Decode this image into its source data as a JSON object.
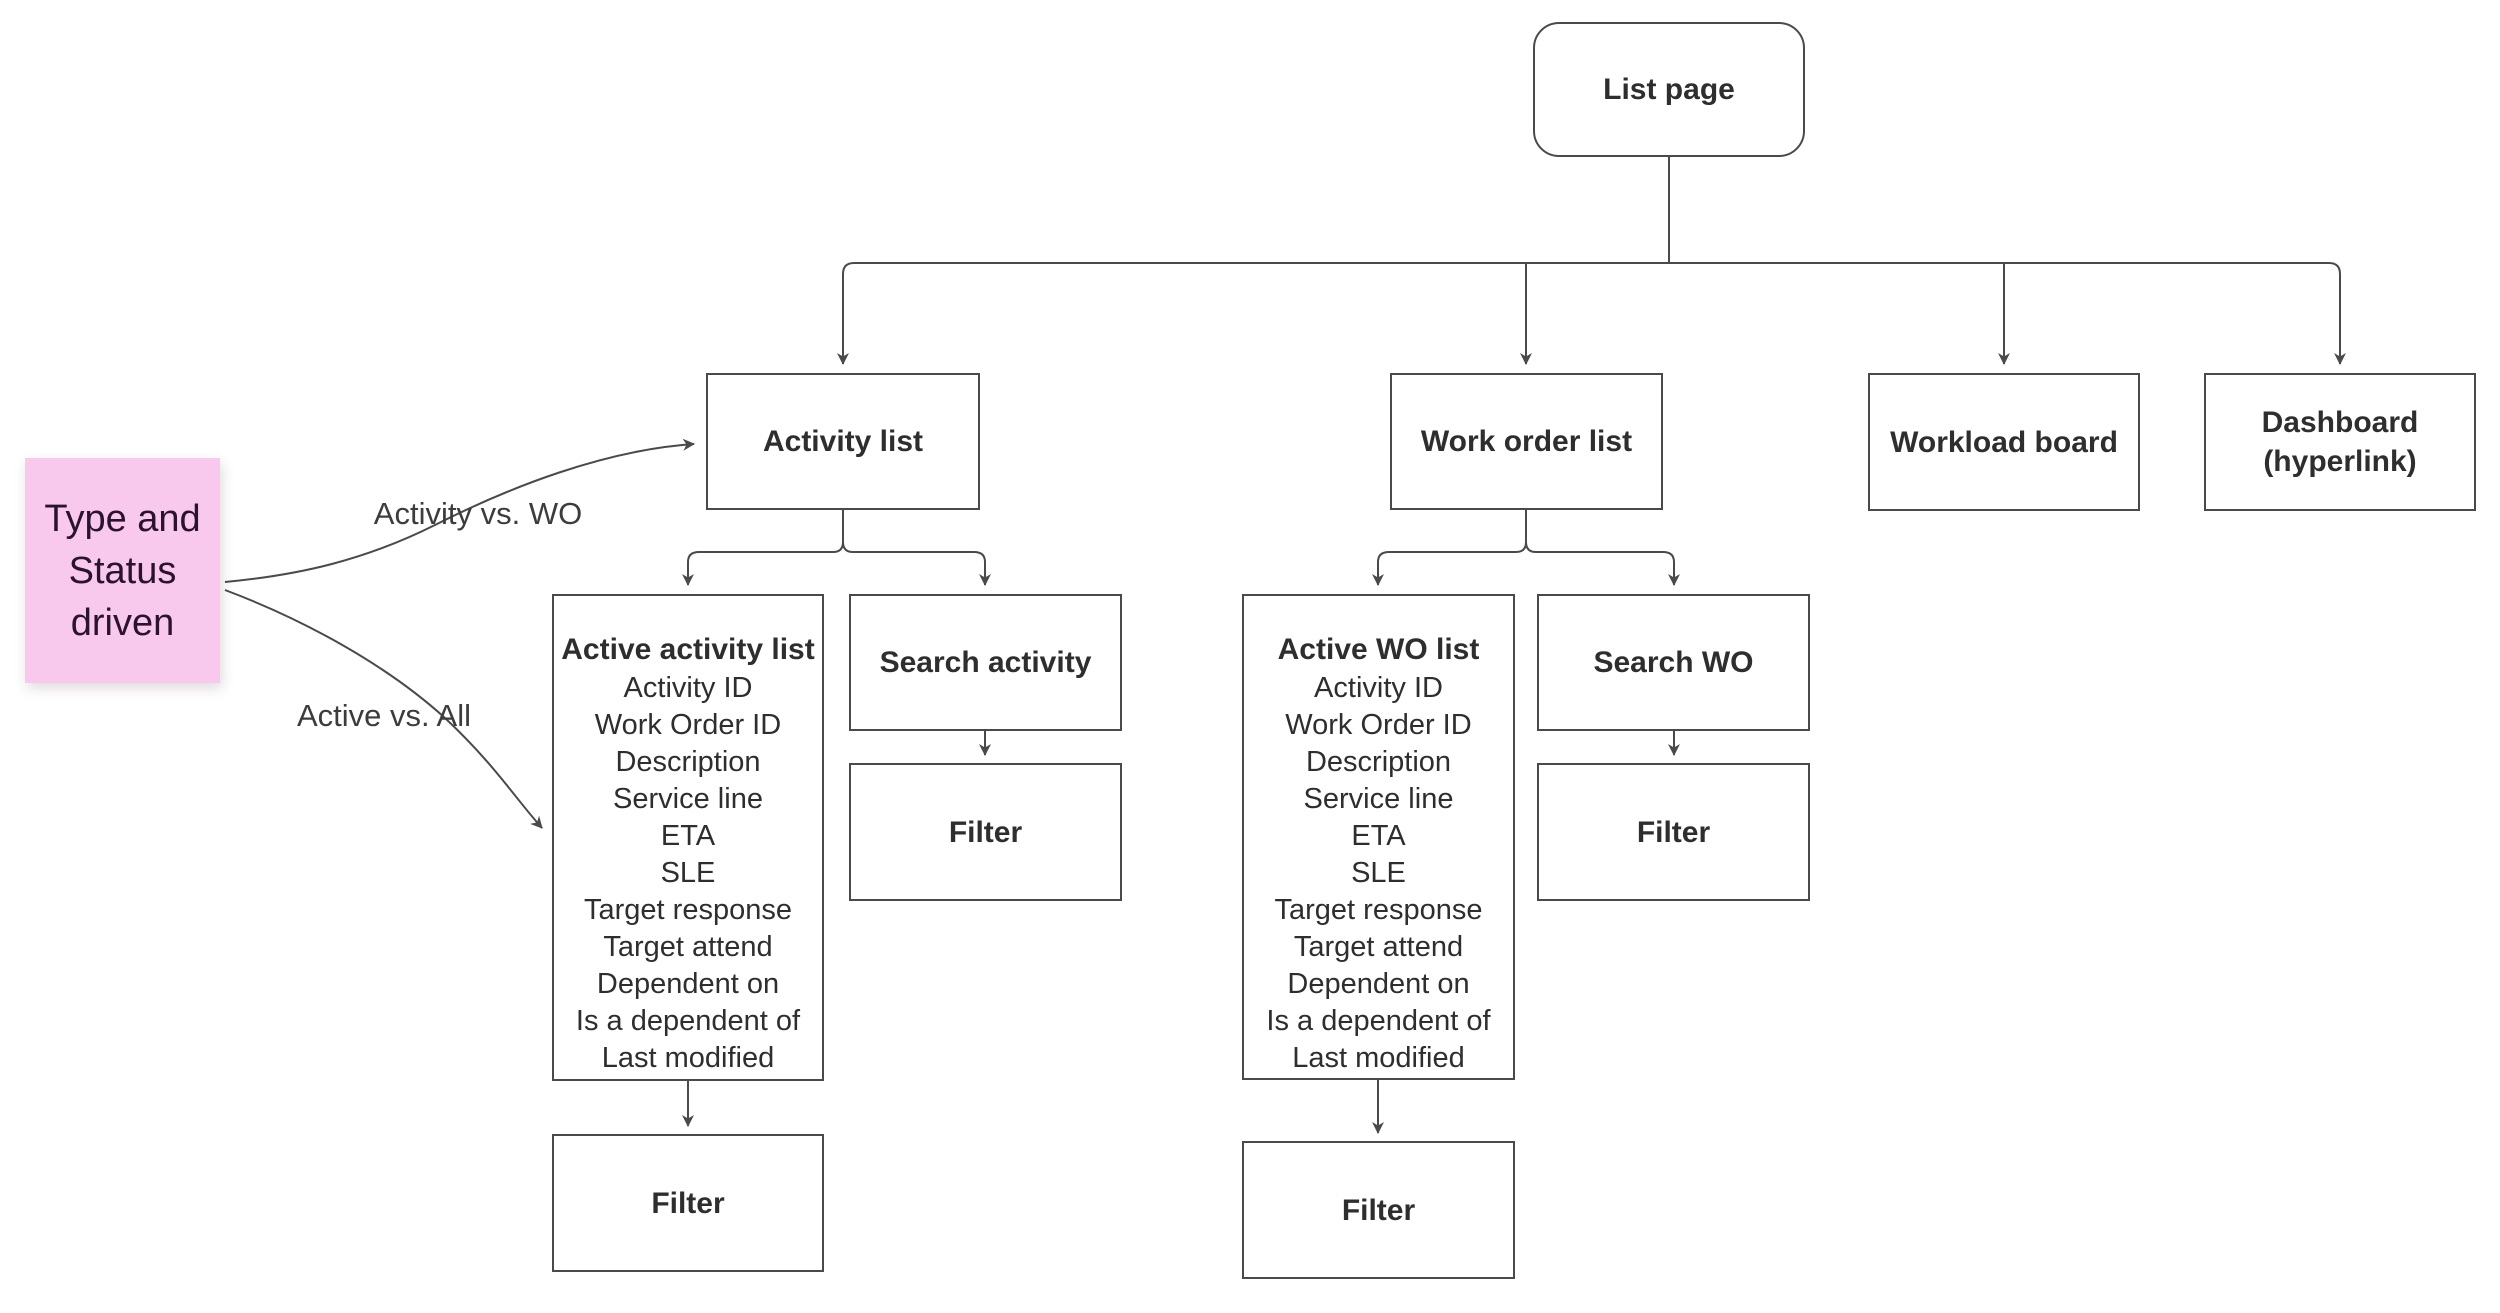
{
  "colors": {
    "stroke": "#4a4a4a",
    "ink": "#2e2e2e",
    "note_bg": "#f8c9ec",
    "note_ink": "#2b1230",
    "canvas_bg": "#ffffff",
    "label_ink": "#3c3c3c"
  },
  "nodes": {
    "list_page": "List page",
    "activity_list": "Activity list",
    "work_order_list": "Work order list",
    "workload_board": "Workload board",
    "dashboard": "Dashboard (hyperlink)",
    "active_activity_list": "Active activity list",
    "search_activity": "Search activity",
    "active_wo_list": "Active WO list",
    "search_wo": "Search WO",
    "filter": "Filter"
  },
  "fields": {
    "activity": [
      "Activity ID",
      "Work Order ID",
      "Description",
      "Service line",
      "ETA",
      "SLE",
      "Target response",
      "Target attend",
      "Dependent on",
      "Is a dependent of",
      "Last modified"
    ],
    "work_order": [
      "Activity ID",
      "Work Order ID",
      "Description",
      "Service line",
      "ETA",
      "SLE",
      "Target response",
      "Target attend",
      "Dependent on",
      "Is a dependent of",
      "Last modified"
    ]
  },
  "annotations": {
    "note": "Type and Status driven",
    "edge_label_top": "Activity vs. WO",
    "edge_label_bottom": "Active vs. All"
  }
}
